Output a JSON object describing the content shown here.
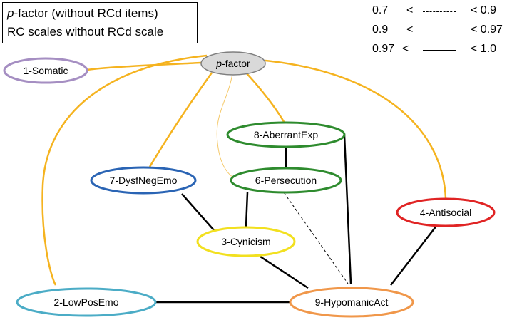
{
  "title_box": {
    "line1_italic": "p",
    "line1_rest": "-factor (without RCd items)",
    "line2": "RC scales without RCd scale"
  },
  "legend": [
    {
      "low": "0.7",
      "sep": "<",
      "high": "< 0.9",
      "style": "dashed"
    },
    {
      "low": "0.9",
      "sep": "<",
      "high": "< 0.97",
      "style": "thin"
    },
    {
      "low": "0.97",
      "sep": "<",
      "high": "< 1.0",
      "style": "thick"
    }
  ],
  "colors": {
    "p_factor_link": "#f5b31f",
    "p_factor_weak_link": "#f5c96a",
    "network_link": "#000000",
    "p_factor_fill": "#d9d9d9",
    "p_factor_border": "#7f7f7f"
  },
  "nodes": {
    "pfactor": {
      "label_italic": "p",
      "label_rest": "-factor",
      "border": "#7f7f7f"
    },
    "somatic": {
      "label": "1-Somatic",
      "border": "#a58ec2"
    },
    "lowposemo": {
      "label": "2-LowPosEmo",
      "border": "#4bacc6"
    },
    "cynicism": {
      "label": "3-Cynicism",
      "border": "#f2e01f"
    },
    "antisocial": {
      "label": "4-Antisocial",
      "border": "#e02424"
    },
    "persecution": {
      "label": "6-Persecution",
      "border": "#2e8b2e"
    },
    "dysfnegemo": {
      "label": "7-DysfNegEmo",
      "border": "#2a64b4"
    },
    "aberrantexp": {
      "label": "8-AberrantExp",
      "border": "#2e8b2e"
    },
    "hypomanicact": {
      "label": "9-HypomanicAct",
      "border": "#f0974a"
    }
  }
}
